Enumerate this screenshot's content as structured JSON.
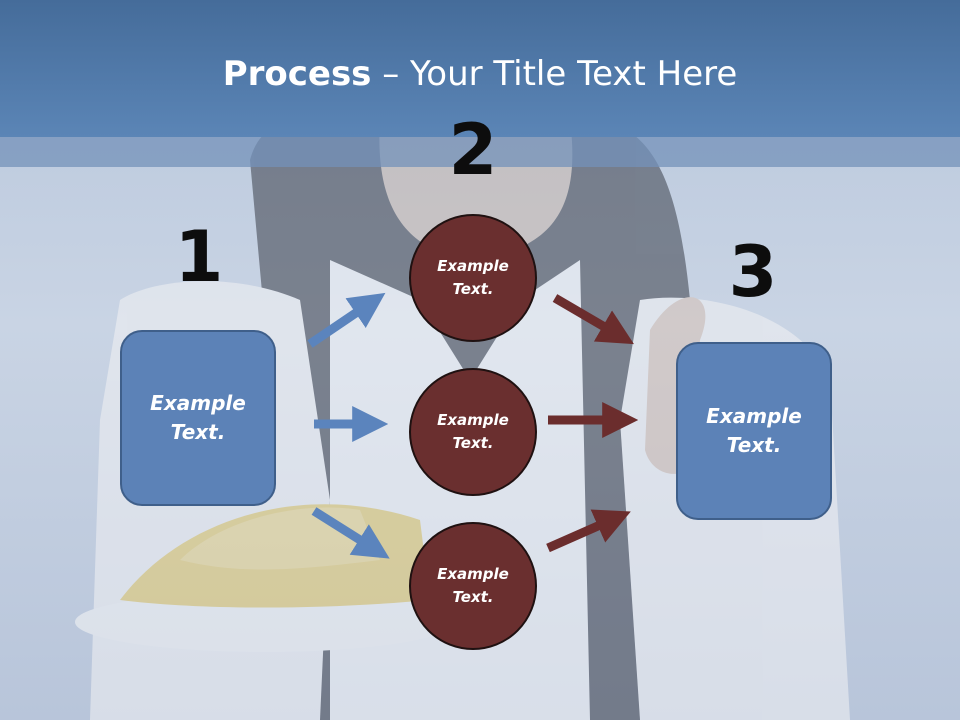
{
  "slide": {
    "title_bold": "Process",
    "title_rest": " – Your Title Text Here",
    "steps": [
      "1",
      "2",
      "3"
    ],
    "left_box_text": "Example\nText.",
    "right_box_text": "Example\nText.",
    "circles": [
      "Example\nText.",
      "Example\nText.",
      "Example\nText."
    ]
  },
  "colors": {
    "header": "#5b85b6",
    "box_fill": "#5c82b7",
    "circle_fill": "#6a2f2f",
    "arrow_blue": "#5b84bd",
    "arrow_red": "#6b2d2d"
  }
}
